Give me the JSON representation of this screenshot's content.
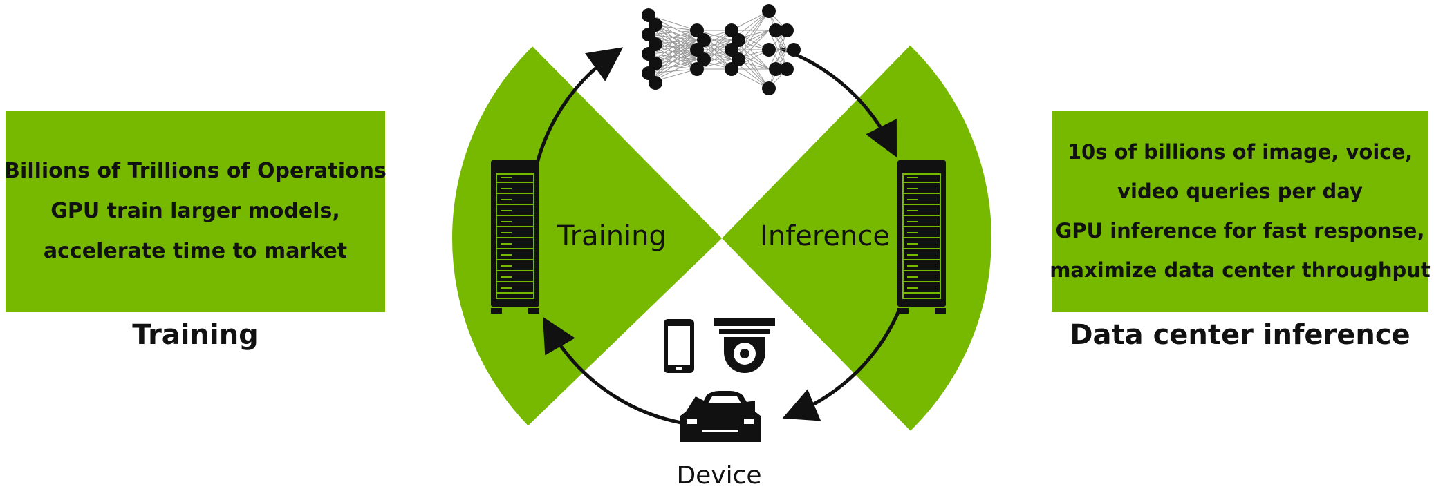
{
  "left_panel": {
    "lines": [
      "Billions of Trillions of Operations",
      "GPU train larger models,",
      "accelerate time to market"
    ],
    "caption": "Training"
  },
  "right_panel": {
    "lines": [
      "10s of billions of image, voice,",
      "video queries per day",
      "GPU inference for fast response,",
      "maximize data center throughput"
    ],
    "caption": "Data center inference"
  },
  "diagram": {
    "training_label": "Training",
    "inference_label": "Inference",
    "device_label": "Device",
    "icons": {
      "top": "neural-network-icon",
      "left_server": "server-rack-icon",
      "right_server": "server-rack-icon",
      "phone": "smartphone-icon",
      "camera": "security-camera-icon",
      "car": "car-icon"
    }
  },
  "colors": {
    "accent_green": "#76b900",
    "text": "#111111",
    "icon": "#111111"
  }
}
